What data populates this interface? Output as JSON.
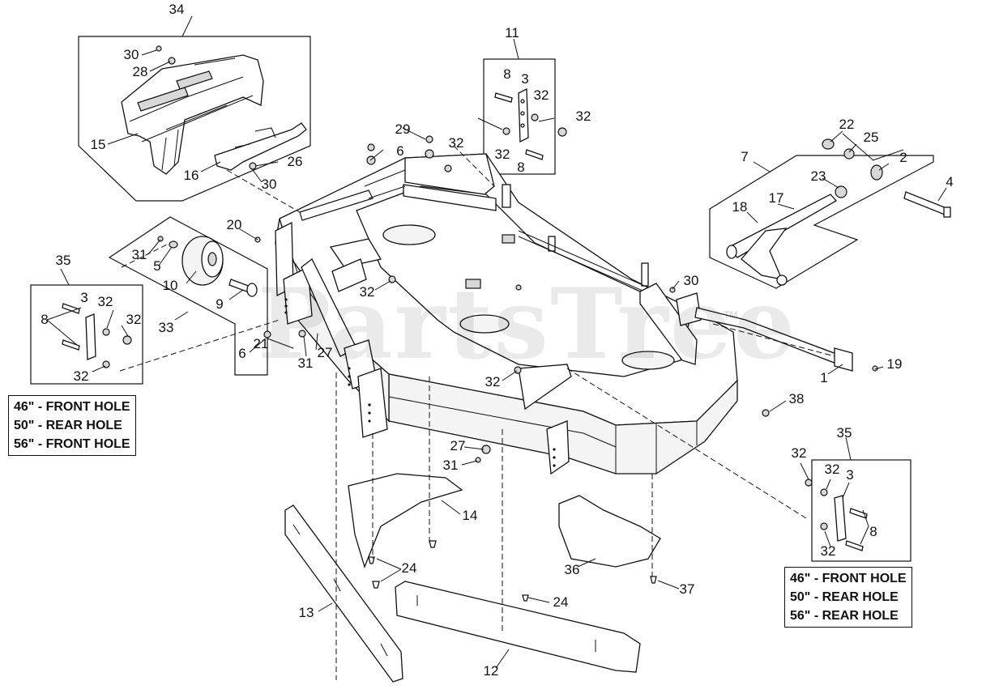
{
  "watermark": "PartsTree",
  "trademark": "TM",
  "callouts": [
    "34",
    "30",
    "28",
    "15",
    "16",
    "26",
    "30",
    "11",
    "8",
    "3",
    "32",
    "32",
    "32",
    "8",
    "29",
    "6",
    "32",
    "22",
    "25",
    "2",
    "7",
    "23",
    "4",
    "18",
    "17",
    "20",
    "31",
    "5",
    "10",
    "9",
    "33",
    "35",
    "3",
    "8",
    "32",
    "32",
    "32",
    "6",
    "21",
    "31",
    "27",
    "32",
    "30",
    "1",
    "19",
    "38",
    "32",
    "27",
    "31",
    "14",
    "24",
    "13",
    "24",
    "12",
    "36",
    "37",
    "35",
    "32",
    "32",
    "3",
    "8",
    "32"
  ],
  "notes": {
    "left": [
      "46\" - FRONT HOLE",
      "50\" - REAR HOLE",
      "56\" - FRONT HOLE"
    ],
    "right": [
      "46\" - FRONT HOLE",
      "50\" - REAR HOLE",
      "56\" - REAR HOLE"
    ]
  }
}
